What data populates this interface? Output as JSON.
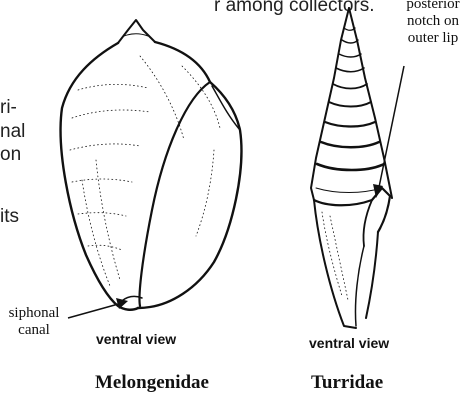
{
  "text_fragments": {
    "top_line": "r among collectors.",
    "line1": "ri-",
    "line2": "nal",
    "line3": "on",
    "line4": "its"
  },
  "annotations": {
    "posterior_notch": [
      "posterior",
      "notch on",
      "outer lip"
    ],
    "siphonal_canal": [
      "siphonal",
      "canal"
    ]
  },
  "views": {
    "left": "ventral view",
    "right": "ventral view"
  },
  "families": {
    "left": "Melongenidae",
    "right": "Turridae"
  }
}
